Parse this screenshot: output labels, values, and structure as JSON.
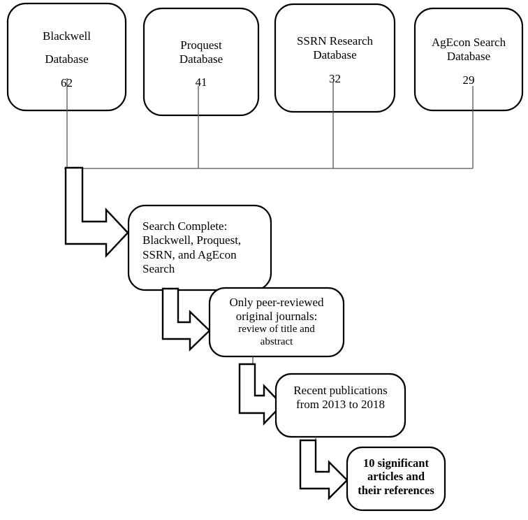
{
  "diagram": {
    "title": "Literature search and screening flowchart",
    "stroke_color": "#000000",
    "connector_color": "#555555",
    "background": "#ffffff",
    "databases": [
      {
        "id": "blackwell",
        "name_line1": "Blackwell",
        "name_line2": "Database",
        "count": "62"
      },
      {
        "id": "proquest",
        "name_line1": "Proquest",
        "name_line2": "Database",
        "count": "41"
      },
      {
        "id": "ssrn",
        "name_line1": "SSRN Research",
        "name_line2": "Database",
        "count": "32"
      },
      {
        "id": "agecon",
        "name_line1": "AgEcon Search",
        "name_line2": "Database",
        "count": "29"
      }
    ],
    "steps": [
      {
        "id": "search-complete",
        "line1": "Search Complete:",
        "line2": "Blackwell, Proquest,",
        "line3": "SSRN, and AgEcon",
        "line4": "Search"
      },
      {
        "id": "peer-reviewed",
        "line1": "Only peer-reviewed",
        "line2": "original journals:",
        "line3": "review of title and",
        "line4": "abstract"
      },
      {
        "id": "recent-publications",
        "line1": "Recent publications",
        "line2": "from 2013 to 2018"
      },
      {
        "id": "final-result",
        "line1": "10 significant",
        "line2": "articles and",
        "line3": "their references"
      }
    ]
  }
}
